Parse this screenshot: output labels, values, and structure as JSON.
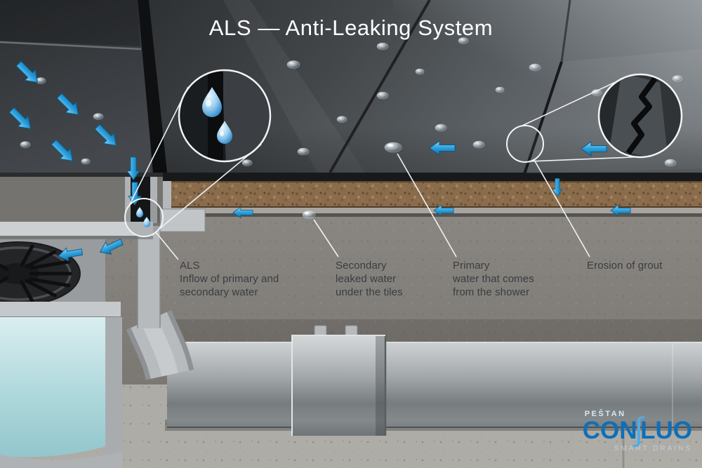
{
  "title": "ALS — Anti-Leaking System",
  "callouts": {
    "als": [
      "ALS",
      "Inflow of primary and",
      "secondary water"
    ],
    "secondary": [
      "Secondary",
      "leaked water",
      "under the tiles"
    ],
    "primary": [
      "Primary",
      "water that comes",
      "from the shower"
    ],
    "erosion": [
      "Erosion of grout"
    ]
  },
  "brand": {
    "manufacturer": "PEŠTAN",
    "product_prefix": "CON",
    "product_glyph": "∫",
    "product_suffix": "LUO",
    "tagline": "SMART DRAINS"
  },
  "icons": {
    "water_flow_arrow": "3d-blue-arrow",
    "water_drop": "blue-teardrop",
    "magnifier_circle": "white-outline-circle"
  },
  "colors": {
    "arrow_blue": "#2b9fdc",
    "brand_blue": "#0f6fb7",
    "title_white": "#ffffff",
    "label_gray": "#393d40",
    "trap_water": "#abd6da",
    "adhesive_brown": "#8a6c4c"
  }
}
